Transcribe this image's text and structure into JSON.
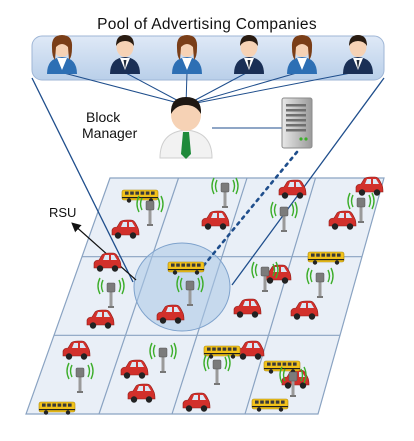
{
  "pool": {
    "title": "Pool of Advertising Companies",
    "people": [
      {
        "icon": "woman-user-icon"
      },
      {
        "icon": "man-user-icon"
      },
      {
        "icon": "woman-user-icon"
      },
      {
        "icon": "man-user-icon"
      },
      {
        "icon": "woman-user-icon"
      },
      {
        "icon": "man-user-icon"
      }
    ]
  },
  "block_manager": {
    "line1": "Block",
    "line2": "Manager",
    "icon": "manager-person-icon"
  },
  "server": {
    "icon": "server-tower-icon"
  },
  "rsu": {
    "label": "RSU",
    "icon": "rsu-antenna-icon"
  },
  "grid": {
    "rows": 3,
    "cols": 4,
    "fill": "#e9eff7",
    "stroke": "#8aa3c2"
  },
  "vehicles": {
    "car_icon": "red-car-icon",
    "bus_icon": "yellow-bus-icon"
  },
  "colors": {
    "pool_panel": "#c9daf0",
    "coverage": "#a9c6e6",
    "link": "#1f4e8c",
    "car": "#d2302b",
    "bus": "#f2c21a",
    "signal": "#3dae2b"
  }
}
